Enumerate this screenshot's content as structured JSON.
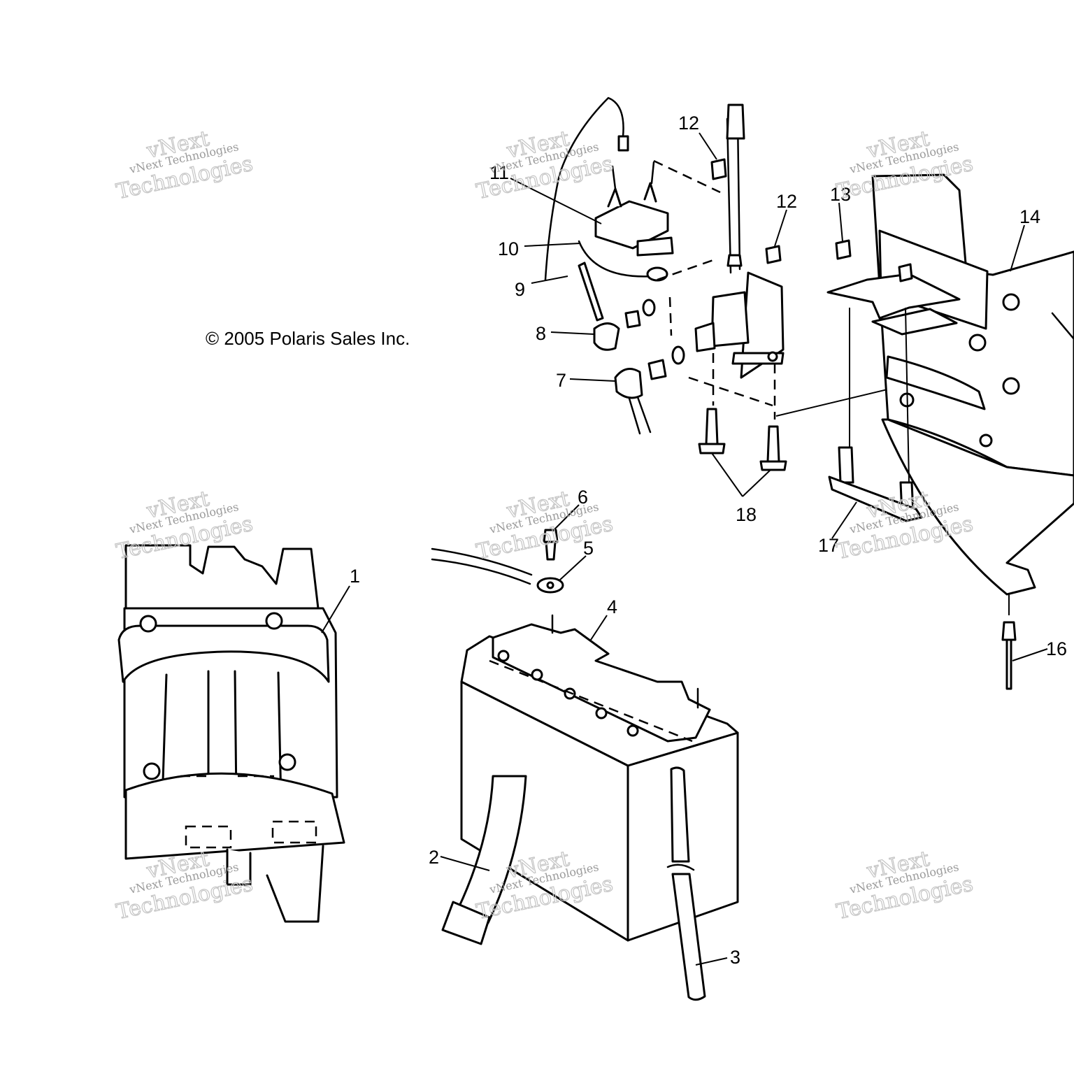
{
  "copyright": "© 2005 Polaris Sales Inc.",
  "watermark": {
    "line1": "vNext",
    "line2": "vNext Technologies",
    "line3": "Technologies"
  },
  "callouts": [
    {
      "id": "1",
      "label": "1"
    },
    {
      "id": "2",
      "label": "2"
    },
    {
      "id": "3",
      "label": "3"
    },
    {
      "id": "4",
      "label": "4"
    },
    {
      "id": "5",
      "label": "5"
    },
    {
      "id": "6",
      "label": "6"
    },
    {
      "id": "7",
      "label": "7"
    },
    {
      "id": "8",
      "label": "8"
    },
    {
      "id": "9",
      "label": "9"
    },
    {
      "id": "10",
      "label": "10"
    },
    {
      "id": "11",
      "label": "11"
    },
    {
      "id": "12a",
      "label": "12"
    },
    {
      "id": "12b",
      "label": "12"
    },
    {
      "id": "13",
      "label": "13"
    },
    {
      "id": "14",
      "label": "14"
    },
    {
      "id": "16",
      "label": "16"
    },
    {
      "id": "17",
      "label": "17"
    },
    {
      "id": "18",
      "label": "18"
    }
  ]
}
